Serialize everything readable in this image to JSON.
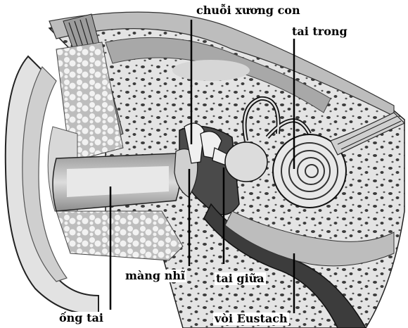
{
  "labels": {
    "ossicles": "chuỗi xương con",
    "inner_ear": "tai trong",
    "eardrum": "màng nhĩ",
    "middle_ear": "tai giữa",
    "ear_canal": "ống tai",
    "eustachian_tube": "vòi Eustach"
  },
  "colors": {
    "ink": "#000000",
    "bone": "#d9d9d9",
    "skin": "#e6e6e6",
    "dark": "#3a3a3a"
  }
}
